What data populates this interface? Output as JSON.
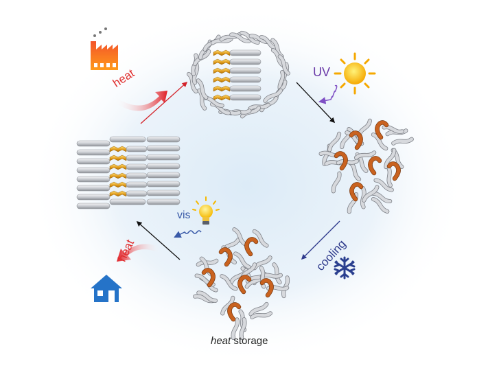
{
  "labels": {
    "heat_input": "heat",
    "uv": "UV",
    "cooling": "cooling",
    "vis": "vis",
    "heat_output": "heat",
    "storage_word1": "heat",
    "storage_word2": "storage"
  },
  "icons": {
    "factory": "factory-icon",
    "sun": "sun-icon",
    "snowflake": "snowflake-icon",
    "lightbulb": "lightbulb-icon",
    "house": "house-icon"
  },
  "colors": {
    "heat": "#e02d2d",
    "uv": "#6a3aa8",
    "cooling": "#2e3a8c",
    "vis": "#3a5aa8",
    "azobenzene_trans": "#e7a21c",
    "azobenzene_cis": "#c2581c",
    "chain": "#b9bcc2",
    "house": "#2573c8",
    "sun": "#f7b500"
  }
}
